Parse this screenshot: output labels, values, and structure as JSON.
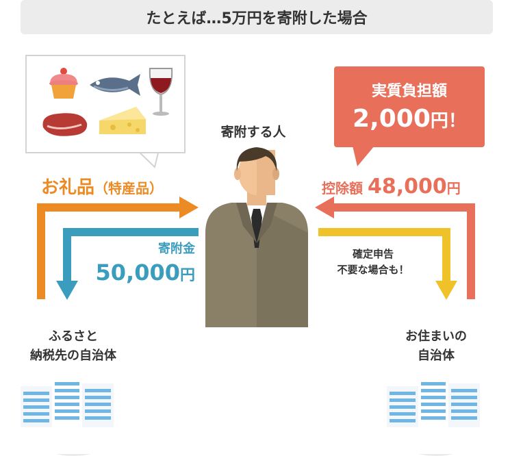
{
  "title": "たとえば…5万円を寄附した場合",
  "person_label": "寄附する人",
  "gift": {
    "label": "お礼品",
    "sub": "（特産品）",
    "items": [
      "cupcake-icon",
      "fish-icon",
      "wine-icon",
      "steak-icon",
      "cheese-icon"
    ]
  },
  "burden": {
    "title": "実質負担額",
    "amount": "2,000",
    "suffix": "円！"
  },
  "deduction": {
    "label": "控除額",
    "amount": "48,000",
    "unit": "円"
  },
  "donation": {
    "label": "寄附金",
    "amount": "50,000",
    "unit": "円"
  },
  "note": {
    "line1": "確定申告",
    "line2": "不要な場合も！"
  },
  "hometown": {
    "line1": "ふるさと",
    "line2": "納税先の自治体"
  },
  "residence": {
    "line1": "お住まいの",
    "line2": "自治体"
  },
  "colors": {
    "orange": "#ec8a24",
    "blue": "#3a9dbd",
    "red": "#e8705a",
    "yellow": "#efc22a",
    "suit": "#8a8068"
  }
}
